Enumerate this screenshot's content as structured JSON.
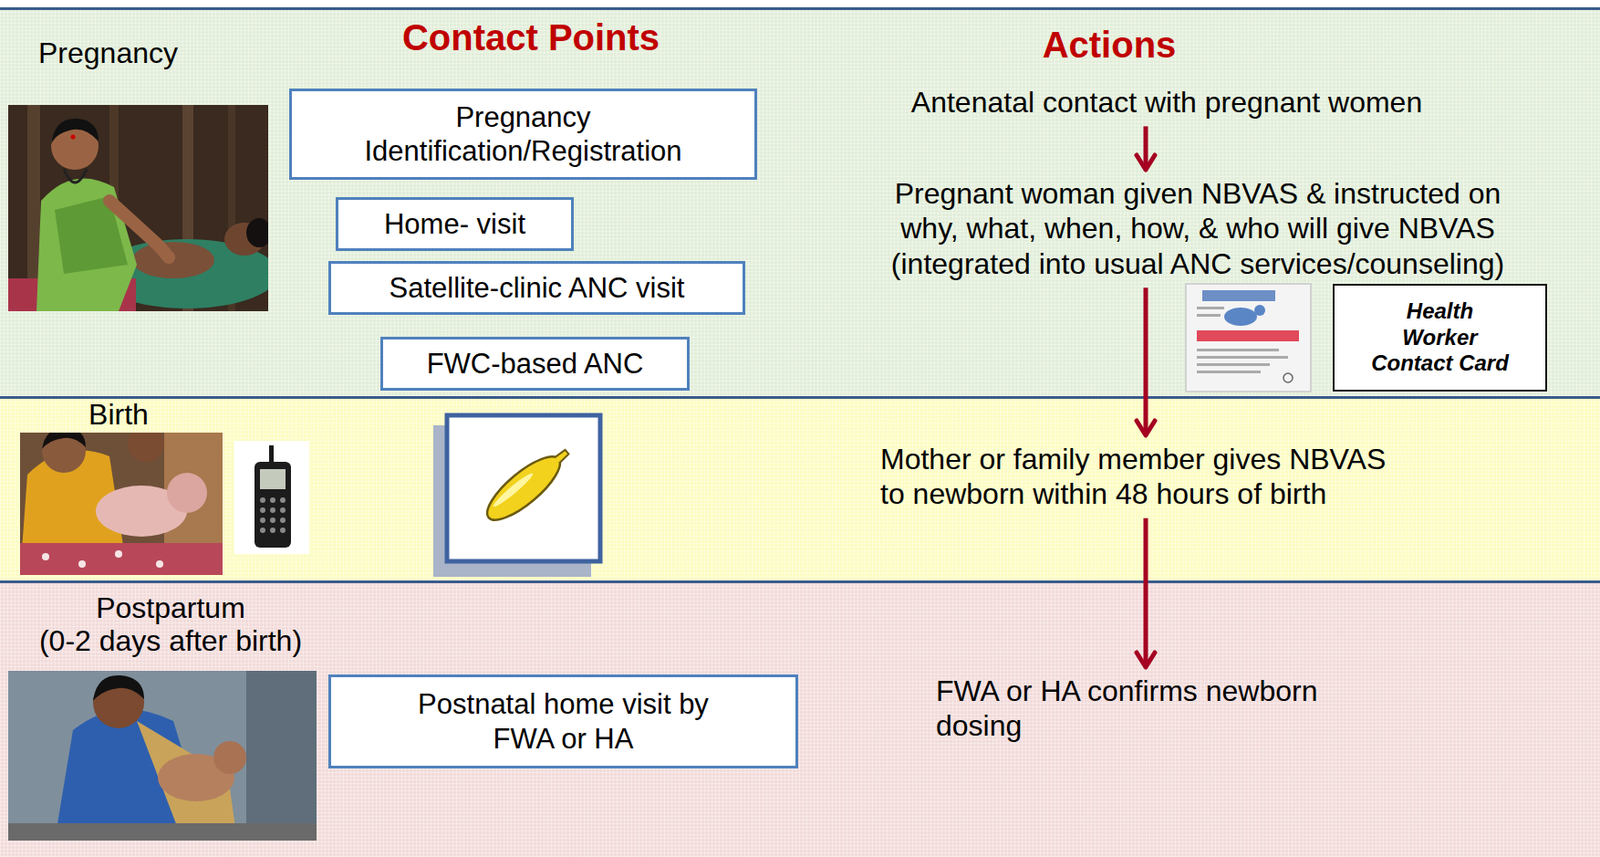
{
  "diagram": {
    "nodes": [
      {
        "text": [
          "Pregnancy"
        ]
      },
      {
        "text": [
          "Pregnancy Identification/Registration"
        ],
        "in": 0
      },
      {
        "text": [
          "Home- visit"
        ],
        "in": 0
      },
      {
        "text": [
          "Satellite-clinic ANC visit"
        ],
        "in": 0
      },
      {
        "text": [
          "FWC-based ANC"
        ],
        "in": 0
      },
      {
        "text": [
          "Antenatal contact with pregnant women"
        ],
        "in": 0
      },
      {
        "text": [
          "Pregnant woman given NBVAS & instructed on why, what, when, how, & who will give NBVAS (integrated into usual ANC services/counseling)"
        ],
        "in": 0
      },
      {
        "text": [
          "Health Worker Contact Card"
        ],
        "in": 0
      },
      {
        "text": [
          "Birth"
        ]
      },
      {
        "text": [
          "Mother or family member gives NBVAS to newborn within 48 hours of birth"
        ],
        "in": 8
      },
      {
        "text": [
          "Postpartum",
          "(0-2 days after birth)"
        ]
      },
      {
        "text": [
          "Postnatal home visit by FWA or HA"
        ],
        "in": 10
      },
      {
        "text": [
          "FWA or HA confirms newborn dosing"
        ],
        "in": 10
      }
    ],
    "edges": [
      {
        "from": 5,
        "to": 6,
        "arrow": "to"
      },
      {
        "from": 6,
        "to": 9,
        "arrow": "to"
      },
      {
        "from": 9,
        "to": 12,
        "arrow": "to"
      }
    ],
    "labels": [
      "Contact Points",
      "Actions"
    ]
  }
}
